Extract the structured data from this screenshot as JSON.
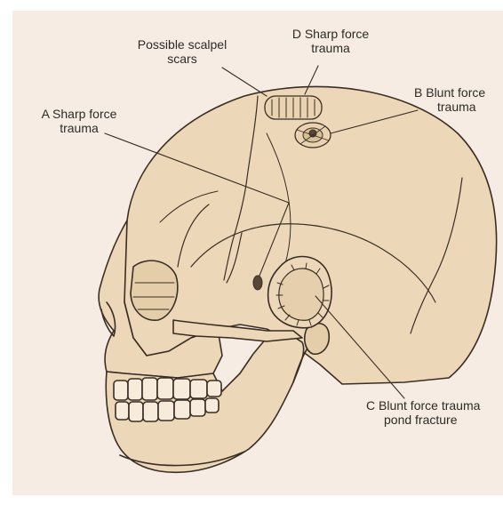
{
  "colors": {
    "background": "#f6ece3",
    "bone": "#ecd7b8",
    "outline": "#3a2e24",
    "wound": "#5a4636"
  },
  "labels": {
    "scalpel": {
      "line1": "Possible scalpel",
      "line2": "scars"
    },
    "d": {
      "line1": "D Sharp force",
      "line2": "trauma"
    },
    "b": {
      "line1": "B Blunt force",
      "line2": "trauma"
    },
    "a": {
      "line1": "A Sharp force",
      "line2": "trauma"
    },
    "c": {
      "line1": "C Blunt force trauma",
      "line2": "pond fracture"
    }
  }
}
